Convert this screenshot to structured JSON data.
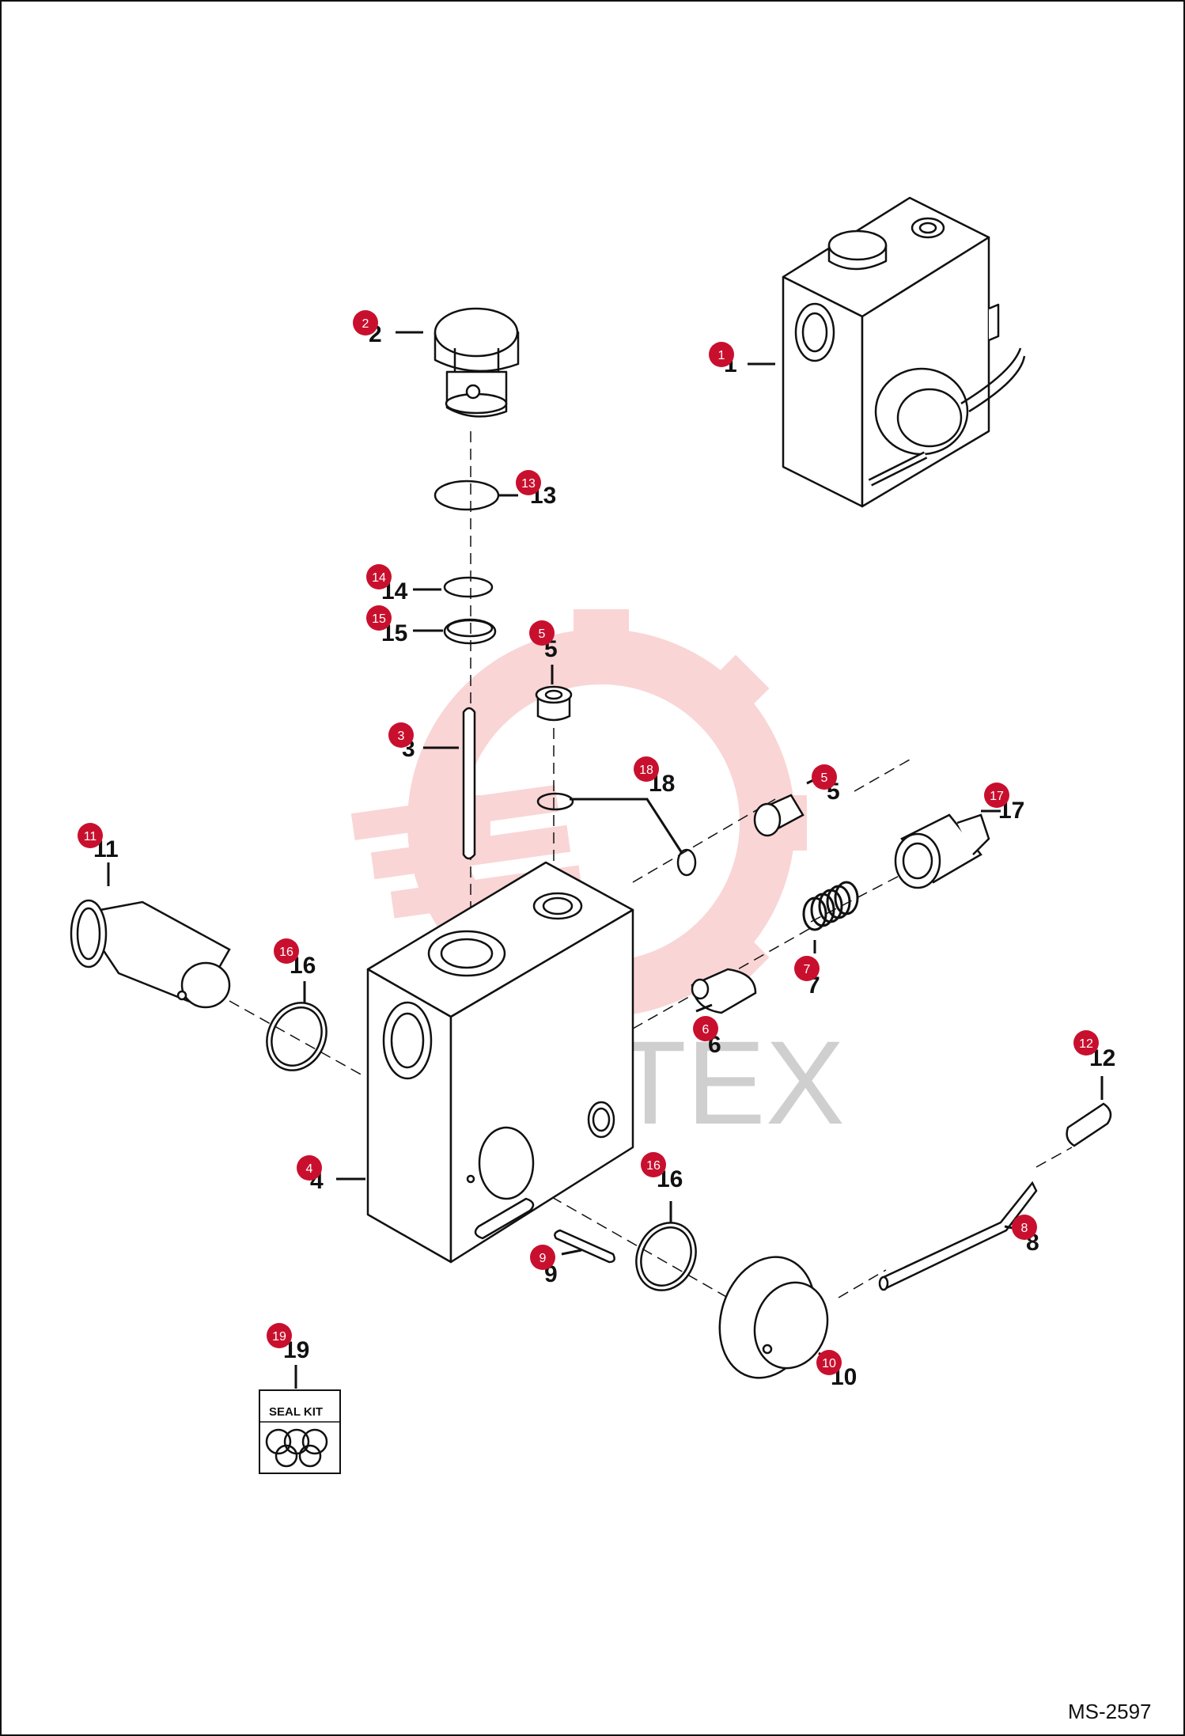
{
  "diagram_code": "MS-2597",
  "watermark": {
    "text": "ИНТЕХ"
  },
  "seal_kit_label": "SEAL KIT",
  "colors": {
    "badge": "#c8102e",
    "line": "#111111",
    "watermark_gear": "#f6b3b3",
    "watermark_text": "#cfcfcf"
  },
  "callouts": [
    {
      "id": "c1",
      "badge": "1",
      "number": "1"
    },
    {
      "id": "c2",
      "badge": "2",
      "number": "2"
    },
    {
      "id": "c3",
      "badge": "3",
      "number": "3"
    },
    {
      "id": "c4",
      "badge": "4",
      "number": "4"
    },
    {
      "id": "c5a",
      "badge": "5",
      "number": "5"
    },
    {
      "id": "c5b",
      "badge": "5",
      "number": "5"
    },
    {
      "id": "c6",
      "badge": "6",
      "number": "6"
    },
    {
      "id": "c7",
      "badge": "7",
      "number": "7"
    },
    {
      "id": "c8",
      "badge": "8",
      "number": "8"
    },
    {
      "id": "c9",
      "badge": "9",
      "number": "9"
    },
    {
      "id": "c10",
      "badge": "10",
      "number": "10"
    },
    {
      "id": "c11",
      "badge": "11",
      "number": "11"
    },
    {
      "id": "c12",
      "badge": "12",
      "number": "12"
    },
    {
      "id": "c13",
      "badge": "13",
      "number": "13"
    },
    {
      "id": "c14",
      "badge": "14",
      "number": "14"
    },
    {
      "id": "c15",
      "badge": "15",
      "number": "15"
    },
    {
      "id": "c16a",
      "badge": "16",
      "number": "16"
    },
    {
      "id": "c16b",
      "badge": "16",
      "number": "16"
    },
    {
      "id": "c17",
      "badge": "17",
      "number": "17"
    },
    {
      "id": "c18",
      "badge": "18",
      "number": "18"
    },
    {
      "id": "c19",
      "badge": "19",
      "number": "19"
    }
  ]
}
